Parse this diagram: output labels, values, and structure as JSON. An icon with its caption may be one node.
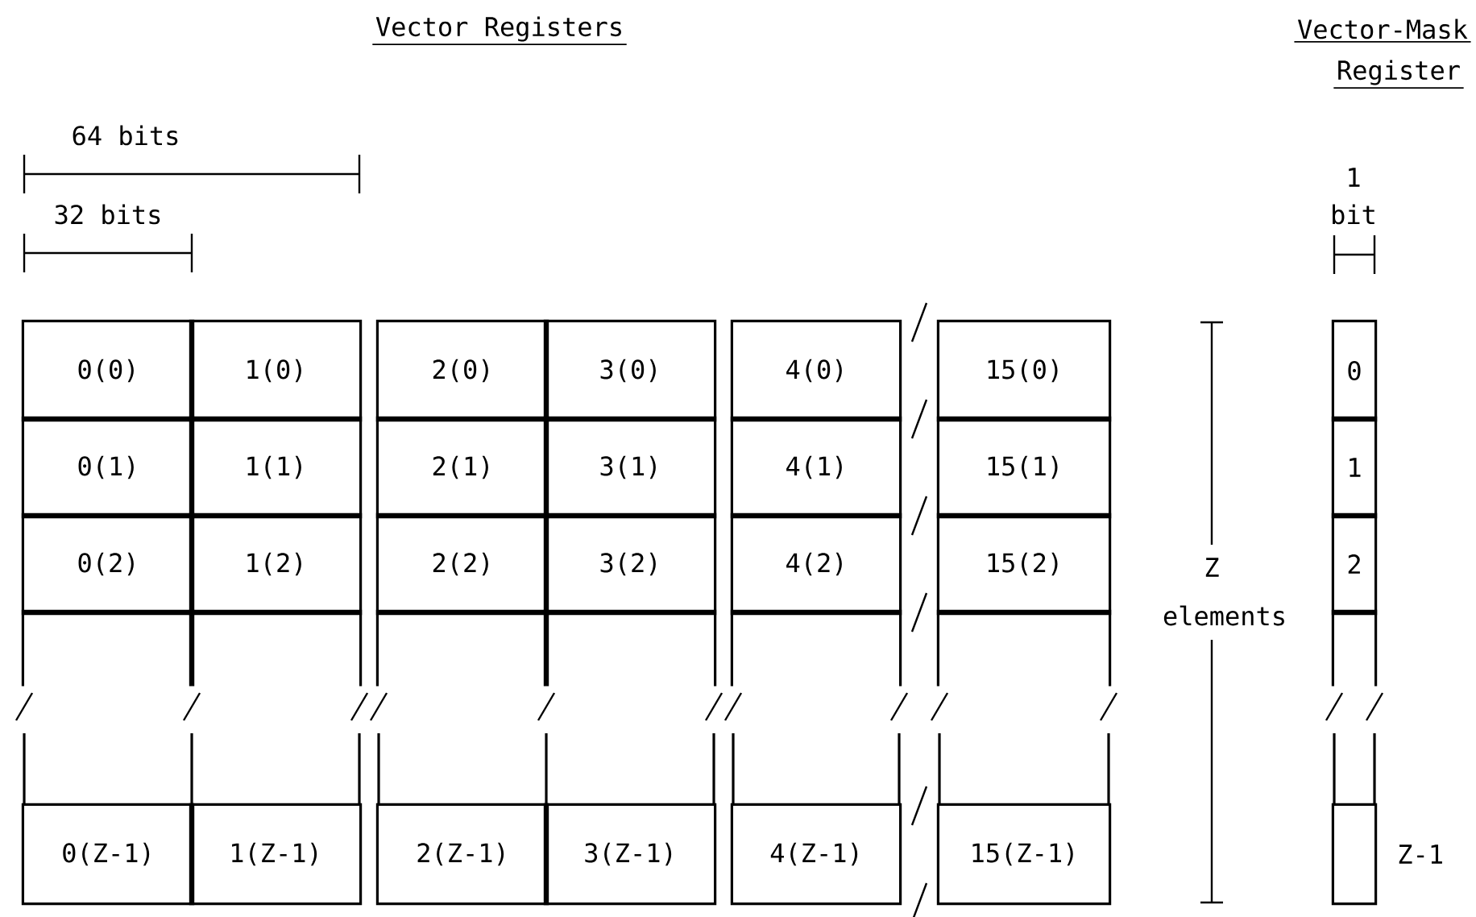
{
  "diagram": {
    "nodes": [
      {
        "text": [
          "0(0)"
        ]
      },
      {
        "text": [
          "1(0)"
        ]
      },
      {
        "text": [
          "2(0)"
        ]
      },
      {
        "text": [
          "3(0)"
        ]
      },
      {
        "text": [
          "4(0)"
        ]
      },
      {
        "text": [
          "15(0)"
        ]
      },
      {
        "text": [
          "0"
        ]
      },
      {
        "text": [
          "0(1)"
        ]
      },
      {
        "text": [
          "1(1)"
        ]
      },
      {
        "text": [
          "2(1)"
        ]
      },
      {
        "text": [
          "3(1)"
        ]
      },
      {
        "text": [
          "4(1)"
        ]
      },
      {
        "text": [
          "15(1)"
        ]
      },
      {
        "text": [
          "1"
        ]
      },
      {
        "text": [
          "0(2)"
        ]
      },
      {
        "text": [
          "1(2)"
        ]
      },
      {
        "text": [
          "2(2)"
        ]
      },
      {
        "text": [
          "3(2)"
        ]
      },
      {
        "text": [
          "4(2)"
        ]
      },
      {
        "text": [
          "15(2)"
        ]
      },
      {
        "text": [
          "2"
        ]
      },
      {
        "text": [],
        "shape": "box"
      },
      {
        "text": [],
        "shape": "box"
      },
      {
        "text": [],
        "shape": "box"
      },
      {
        "text": [],
        "shape": "box"
      },
      {
        "text": [],
        "shape": "box"
      },
      {
        "text": [],
        "shape": "box"
      },
      {
        "text": [],
        "shape": "box"
      },
      {
        "text": [
          "0(Z-1)"
        ]
      },
      {
        "text": [
          "1(Z-1)"
        ]
      },
      {
        "text": [
          "2(Z-1)"
        ]
      },
      {
        "text": [
          "3(Z-1)"
        ]
      },
      {
        "text": [
          "4(Z-1)"
        ]
      },
      {
        "text": [
          "15(Z-1)"
        ]
      },
      {
        "text": [],
        "shape": "box",
        "beside": [
          "Z-1"
        ]
      }
    ],
    "labels": [
      "Vector Registers",
      "Vector-Mask",
      "Register",
      "64 bits",
      "32 bits",
      "1",
      "bit",
      "Z",
      "elements"
    ]
  }
}
